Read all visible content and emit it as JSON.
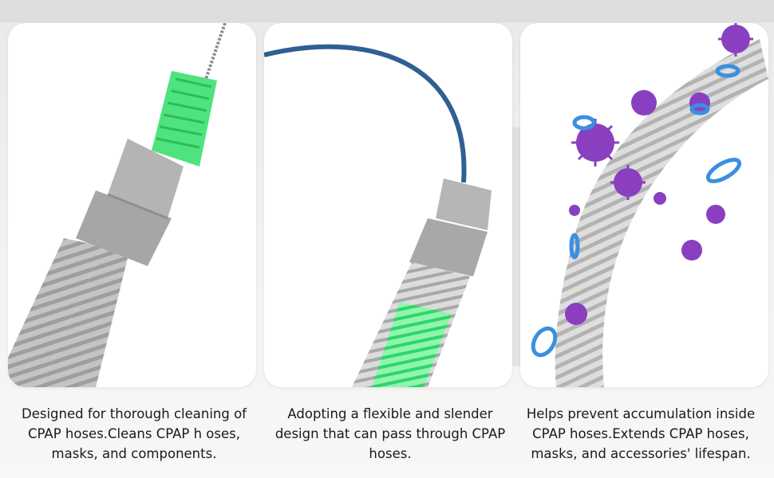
{
  "panels": [
    {
      "caption": "Designed for thorough cleaning of CPAP hoses.Cleans CPAP h oses, masks, and components."
    },
    {
      "caption": "Adopting a flexible and slender design that can pass through CPAP hoses."
    },
    {
      "caption": "Helps prevent accumulation inside CPAP hoses.Extends CPAP hoses, masks, and accessories' lifespan."
    }
  ],
  "colors": {
    "hose": "#b9b9b9",
    "cuff": "#a9a9a9",
    "brush_green": "#4fe37f",
    "wire_blue": "#2f5f93",
    "germ_purple": "#8a3fc0",
    "ring_blue": "#3b8fe0"
  }
}
